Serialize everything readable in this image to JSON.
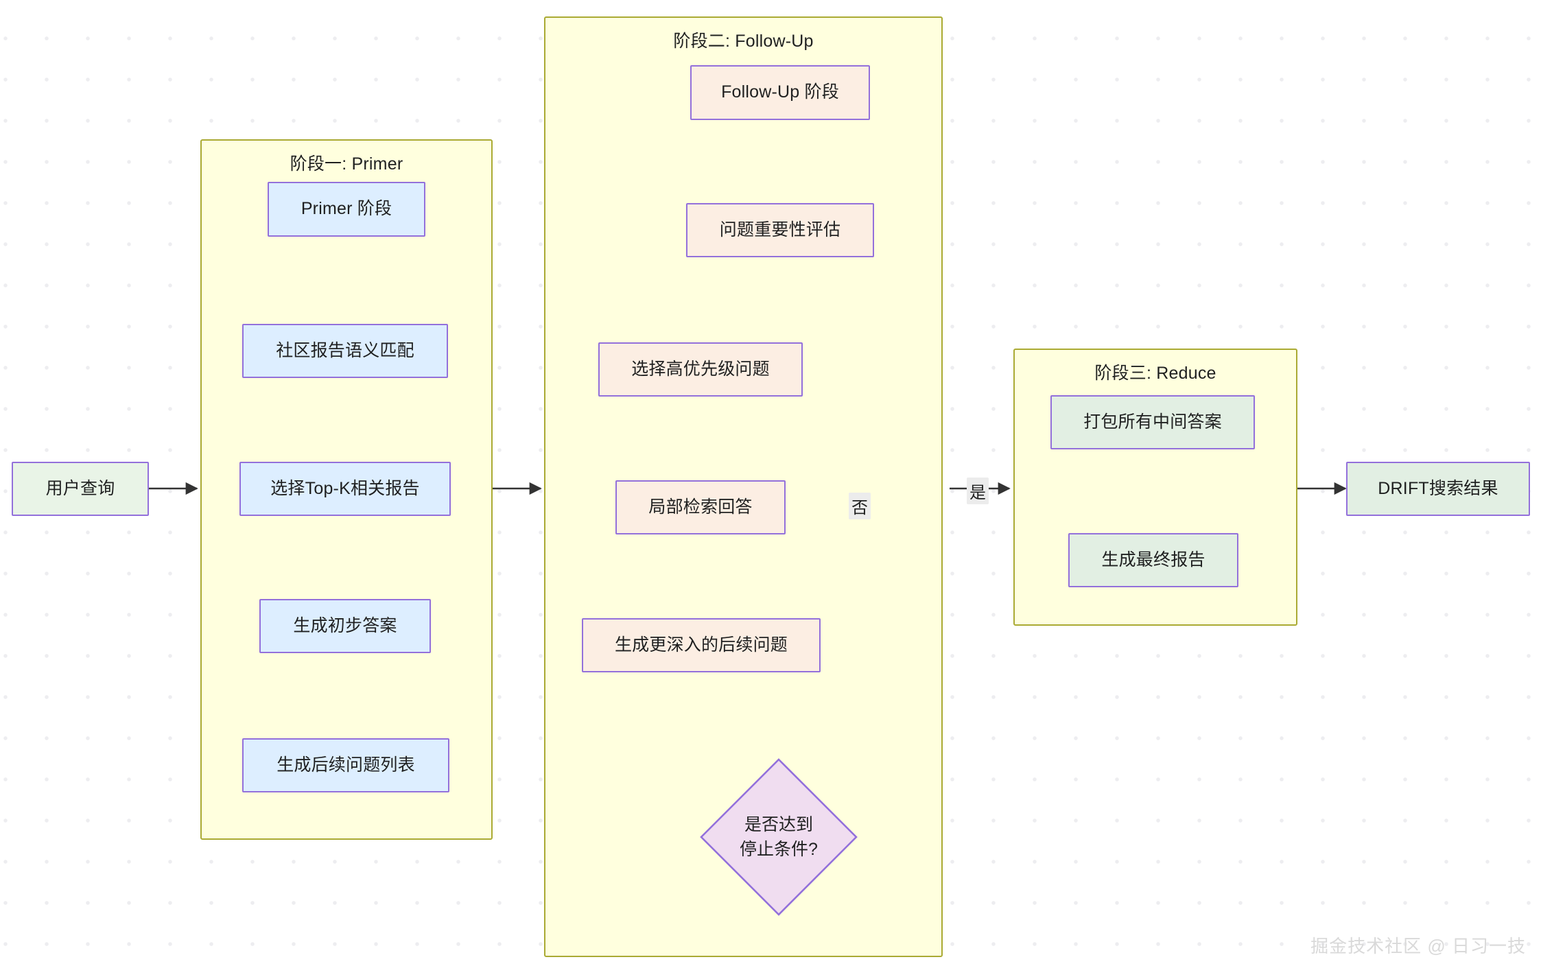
{
  "diagram": {
    "type": "flowchart",
    "title": "DRIFT Search Flow",
    "colors": {
      "subgraph_fill": "#ffffde",
      "subgraph_border": "#aaaa33",
      "node_border": "#9370db",
      "blue_fill": "#ddeeff",
      "peach_fill": "#fceee3",
      "mint_fill": "#e2efe3",
      "green_fill": "#e9f4e7",
      "diamond_fill": "#f0ddf0",
      "edge_stroke": "#333333",
      "background": "#ffffff"
    },
    "subgraphs": [
      {
        "id": "stage1",
        "title": "阶段一: Primer"
      },
      {
        "id": "stage2",
        "title": "阶段二: Follow-Up"
      },
      {
        "id": "stage3",
        "title": "阶段三: Reduce"
      }
    ],
    "nodes": {
      "user_query": {
        "label": "用户查询",
        "shape": "rect",
        "style": "green"
      },
      "primer_stage": {
        "label": "Primer 阶段",
        "shape": "rect",
        "style": "blue"
      },
      "community_match": {
        "label": "社区报告语义匹配",
        "shape": "rect",
        "style": "blue"
      },
      "select_topk": {
        "label": "选择Top-K相关报告",
        "shape": "rect",
        "style": "blue"
      },
      "initial_answer": {
        "label": "生成初步答案",
        "shape": "rect",
        "style": "blue"
      },
      "followup_list": {
        "label": "生成后续问题列表",
        "shape": "rect",
        "style": "blue"
      },
      "followup_stage": {
        "label": "Follow-Up 阶段",
        "shape": "rect",
        "style": "peach"
      },
      "importance_eval": {
        "label": "问题重要性评估",
        "shape": "rect",
        "style": "peach"
      },
      "select_priority": {
        "label": "选择高优先级问题",
        "shape": "rect",
        "style": "peach"
      },
      "local_retrieval": {
        "label": "局部检索回答",
        "shape": "rect",
        "style": "peach"
      },
      "deeper_questions": {
        "label": "生成更深入的后续问题",
        "shape": "rect",
        "style": "peach"
      },
      "stop_condition": {
        "label_line1": "是否达到",
        "label_line2": "停止条件?",
        "shape": "diamond",
        "style": "pink"
      },
      "pack_answers": {
        "label": "打包所有中间答案",
        "shape": "rect",
        "style": "mint"
      },
      "final_report": {
        "label": "生成最终报告",
        "shape": "rect",
        "style": "mint"
      },
      "drift_result": {
        "label": "DRIFT搜索结果",
        "shape": "rect",
        "style": "mint"
      }
    },
    "edge_labels": {
      "yes": "是",
      "no": "否"
    },
    "edges": [
      {
        "from": "user_query",
        "to": "stage1",
        "label": ""
      },
      {
        "from": "primer_stage",
        "to": "community_match",
        "label": ""
      },
      {
        "from": "community_match",
        "to": "select_topk",
        "label": ""
      },
      {
        "from": "select_topk",
        "to": "initial_answer",
        "label": ""
      },
      {
        "from": "initial_answer",
        "to": "followup_list",
        "label": ""
      },
      {
        "from": "stage1",
        "to": "stage2",
        "label": ""
      },
      {
        "from": "followup_stage",
        "to": "importance_eval",
        "label": ""
      },
      {
        "from": "importance_eval",
        "to": "select_priority",
        "label": ""
      },
      {
        "from": "select_priority",
        "to": "local_retrieval",
        "label": ""
      },
      {
        "from": "local_retrieval",
        "to": "deeper_questions",
        "label": ""
      },
      {
        "from": "deeper_questions",
        "to": "stop_condition",
        "label": ""
      },
      {
        "from": "stop_condition",
        "to": "importance_eval",
        "label": "否"
      },
      {
        "from": "stop_condition",
        "to": "stage3",
        "label": "是"
      },
      {
        "from": "pack_answers",
        "to": "final_report",
        "label": ""
      },
      {
        "from": "stage3",
        "to": "drift_result",
        "label": ""
      }
    ]
  },
  "watermark": "掘金技术社区 @ 日习一技"
}
